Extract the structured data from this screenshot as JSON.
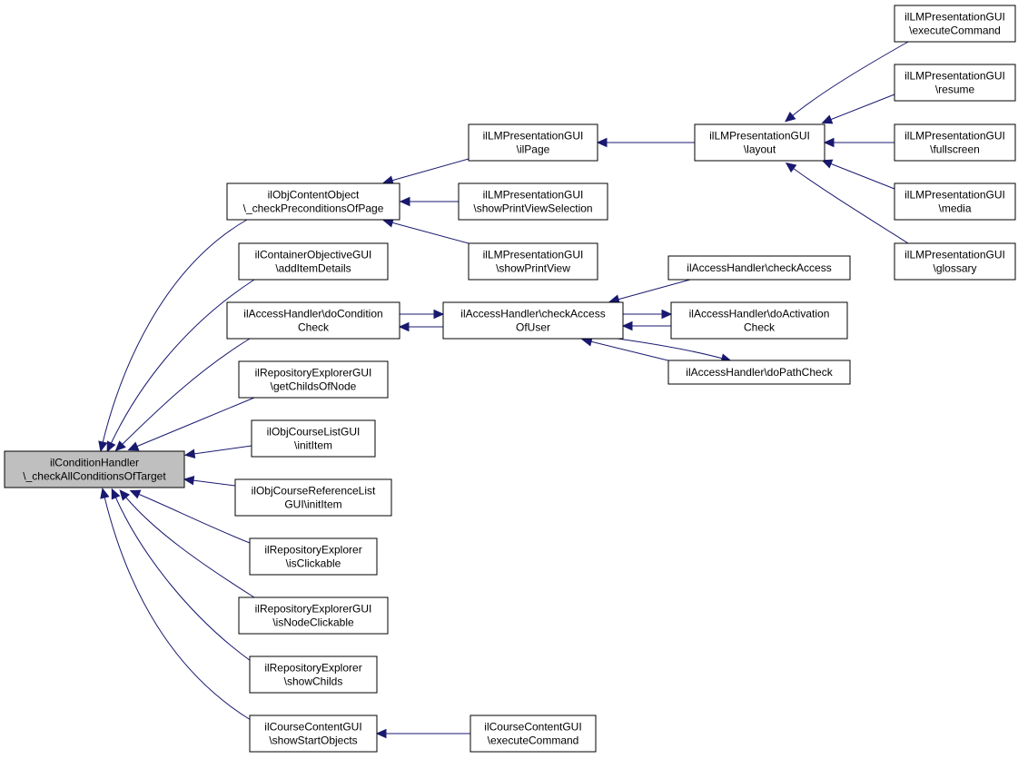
{
  "graph": {
    "colors": {
      "edge": "#191970",
      "node_border": "#000000",
      "root_fill": "#bfbfbf",
      "node_fill": "#ffffff"
    },
    "nodes": [
      {
        "id": "root",
        "lines": [
          "ilConditionHandler",
          "\\_checkAllConditionsOfTarget"
        ]
      },
      {
        "id": "n_checkpre",
        "lines": [
          "ilObjContentObject",
          "\\_checkPreconditionsOfPage"
        ]
      },
      {
        "id": "n_additem",
        "lines": [
          "ilContainerObjectiveGUI",
          "\\addItemDetails"
        ]
      },
      {
        "id": "n_docond",
        "lines": [
          "ilAccessHandler\\doCondition",
          "Check"
        ]
      },
      {
        "id": "n_getchilds",
        "lines": [
          "ilRepositoryExplorerGUI",
          "\\getChildsOfNode"
        ]
      },
      {
        "id": "n_courselist",
        "lines": [
          "ilObjCourseListGUI",
          "\\initItem"
        ]
      },
      {
        "id": "n_courseref",
        "lines": [
          "ilObjCourseReferenceList",
          "GUI\\initItem"
        ]
      },
      {
        "id": "n_isclick",
        "lines": [
          "ilRepositoryExplorer",
          "\\isClickable"
        ]
      },
      {
        "id": "n_isnodeclick",
        "lines": [
          "ilRepositoryExplorerGUI",
          "\\isNodeClickable"
        ]
      },
      {
        "id": "n_showchilds",
        "lines": [
          "ilRepositoryExplorer",
          "\\showChilds"
        ]
      },
      {
        "id": "n_showstart",
        "lines": [
          "ilCourseContentGUI",
          "\\showStartObjects"
        ]
      },
      {
        "id": "n_ilpage",
        "lines": [
          "ilLMPresentationGUI",
          "\\ilPage"
        ]
      },
      {
        "id": "n_printsel",
        "lines": [
          "ilLMPresentationGUI",
          "\\showPrintViewSelection"
        ]
      },
      {
        "id": "n_printview",
        "lines": [
          "ilLMPresentationGUI",
          "\\showPrintView"
        ]
      },
      {
        "id": "n_checkaccessofuser",
        "lines": [
          "ilAccessHandler\\checkAccess",
          "OfUser"
        ]
      },
      {
        "id": "n_ccexec",
        "lines": [
          "ilCourseContentGUI",
          "\\executeCommand"
        ]
      },
      {
        "id": "n_layout",
        "lines": [
          "ilLMPresentationGUI",
          "\\layout"
        ]
      },
      {
        "id": "n_checkaccess",
        "lines": [
          "ilAccessHandler\\checkAccess"
        ]
      },
      {
        "id": "n_doactivation",
        "lines": [
          "ilAccessHandler\\doActivation",
          "Check"
        ]
      },
      {
        "id": "n_dopath",
        "lines": [
          "ilAccessHandler\\doPathCheck"
        ]
      },
      {
        "id": "n_lmexec",
        "lines": [
          "ilLMPresentationGUI",
          "\\executeCommand"
        ]
      },
      {
        "id": "n_resume",
        "lines": [
          "ilLMPresentationGUI",
          "\\resume"
        ]
      },
      {
        "id": "n_fullscreen",
        "lines": [
          "ilLMPresentationGUI",
          "\\fullscreen"
        ]
      },
      {
        "id": "n_media",
        "lines": [
          "ilLMPresentationGUI",
          "\\media"
        ]
      },
      {
        "id": "n_glossary",
        "lines": [
          "ilLMPresentationGUI",
          "\\glossary"
        ]
      }
    ],
    "edges": [
      {
        "from": "n_checkpre",
        "to": "root"
      },
      {
        "from": "n_additem",
        "to": "root"
      },
      {
        "from": "n_docond",
        "to": "root"
      },
      {
        "from": "n_getchilds",
        "to": "root"
      },
      {
        "from": "n_courselist",
        "to": "root"
      },
      {
        "from": "n_courseref",
        "to": "root"
      },
      {
        "from": "n_isclick",
        "to": "root"
      },
      {
        "from": "n_isnodeclick",
        "to": "root"
      },
      {
        "from": "n_showchilds",
        "to": "root"
      },
      {
        "from": "n_showstart",
        "to": "root"
      },
      {
        "from": "n_ilpage",
        "to": "n_checkpre"
      },
      {
        "from": "n_printsel",
        "to": "n_checkpre"
      },
      {
        "from": "n_printview",
        "to": "n_checkpre"
      },
      {
        "from": "n_checkaccessofuser",
        "to": "n_docond"
      },
      {
        "from": "n_docond",
        "to": "n_checkaccessofuser"
      },
      {
        "from": "n_ccexec",
        "to": "n_showstart"
      },
      {
        "from": "n_layout",
        "to": "n_ilpage"
      },
      {
        "from": "n_checkaccess",
        "to": "n_checkaccessofuser"
      },
      {
        "from": "n_doactivation",
        "to": "n_checkaccessofuser"
      },
      {
        "from": "n_checkaccessofuser",
        "to": "n_doactivation"
      },
      {
        "from": "n_dopath",
        "to": "n_checkaccessofuser"
      },
      {
        "from": "n_checkaccessofuser",
        "to": "n_dopath"
      },
      {
        "from": "n_lmexec",
        "to": "n_layout"
      },
      {
        "from": "n_resume",
        "to": "n_layout"
      },
      {
        "from": "n_fullscreen",
        "to": "n_layout"
      },
      {
        "from": "n_media",
        "to": "n_layout"
      },
      {
        "from": "n_glossary",
        "to": "n_layout"
      }
    ]
  }
}
